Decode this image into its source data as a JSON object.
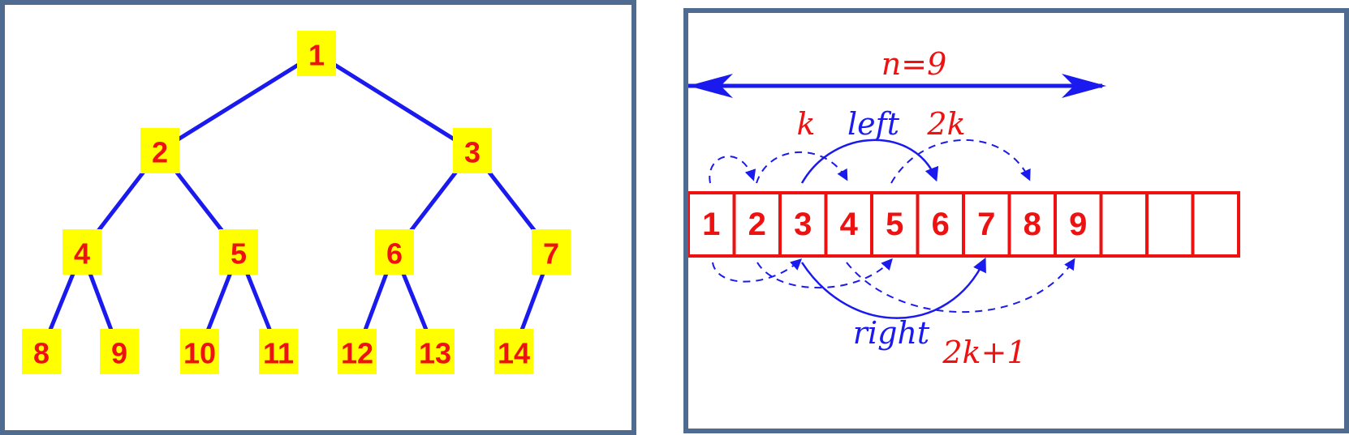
{
  "colors": {
    "frame": "#4f6b8f",
    "node_fill": "#ffff00",
    "digit": "#ee1111",
    "edge": "#1a1aee",
    "array_border": "#ee1111",
    "n_label": "#ee1111",
    "k_label": "#ee1111",
    "left_label": "#1a1aee",
    "two_k_label": "#ee1111",
    "right_label": "#1a1aee",
    "two_k_plus_one_label": "#ee1111"
  },
  "tree": {
    "nodes": [
      "1",
      "2",
      "3",
      "4",
      "5",
      "6",
      "7",
      "8",
      "9",
      "10",
      "11",
      "12",
      "13",
      "14"
    ]
  },
  "array": {
    "cells": [
      "1",
      "2",
      "3",
      "4",
      "5",
      "6",
      "7",
      "8",
      "9",
      "",
      "",
      ""
    ],
    "n_label": "n=9",
    "k_label": "k",
    "left_label": "left",
    "two_k_label": "2k",
    "right_label": "right",
    "two_k_plus_one_label": "2k+1"
  }
}
